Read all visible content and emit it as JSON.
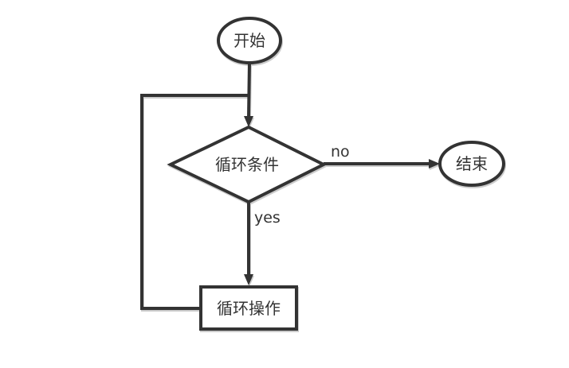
{
  "diagram": {
    "type": "flowchart",
    "colors": {
      "stroke": "#333333",
      "text": "#333333",
      "node_fill": "#ffffff",
      "shadow": "#cccccc",
      "background": "#ffffff"
    },
    "nodes": [
      {
        "id": "start",
        "shape": "ellipse",
        "label": "开始"
      },
      {
        "id": "loop-condition",
        "shape": "diamond",
        "label": "循环条件"
      },
      {
        "id": "end",
        "shape": "ellipse",
        "label": "结束"
      },
      {
        "id": "loop-operation",
        "shape": "rectangle",
        "label": "循环操作"
      }
    ],
    "edges": [
      {
        "id": "start-to-condition",
        "from": "start",
        "to": "loop-condition",
        "label": ""
      },
      {
        "id": "condition-to-end",
        "from": "loop-condition",
        "to": "end",
        "label": "no"
      },
      {
        "id": "condition-to-operation",
        "from": "loop-condition",
        "to": "loop-operation",
        "label": "yes"
      },
      {
        "id": "operation-loopback",
        "from": "loop-operation",
        "to": "start-to-condition",
        "label": ""
      }
    ]
  }
}
